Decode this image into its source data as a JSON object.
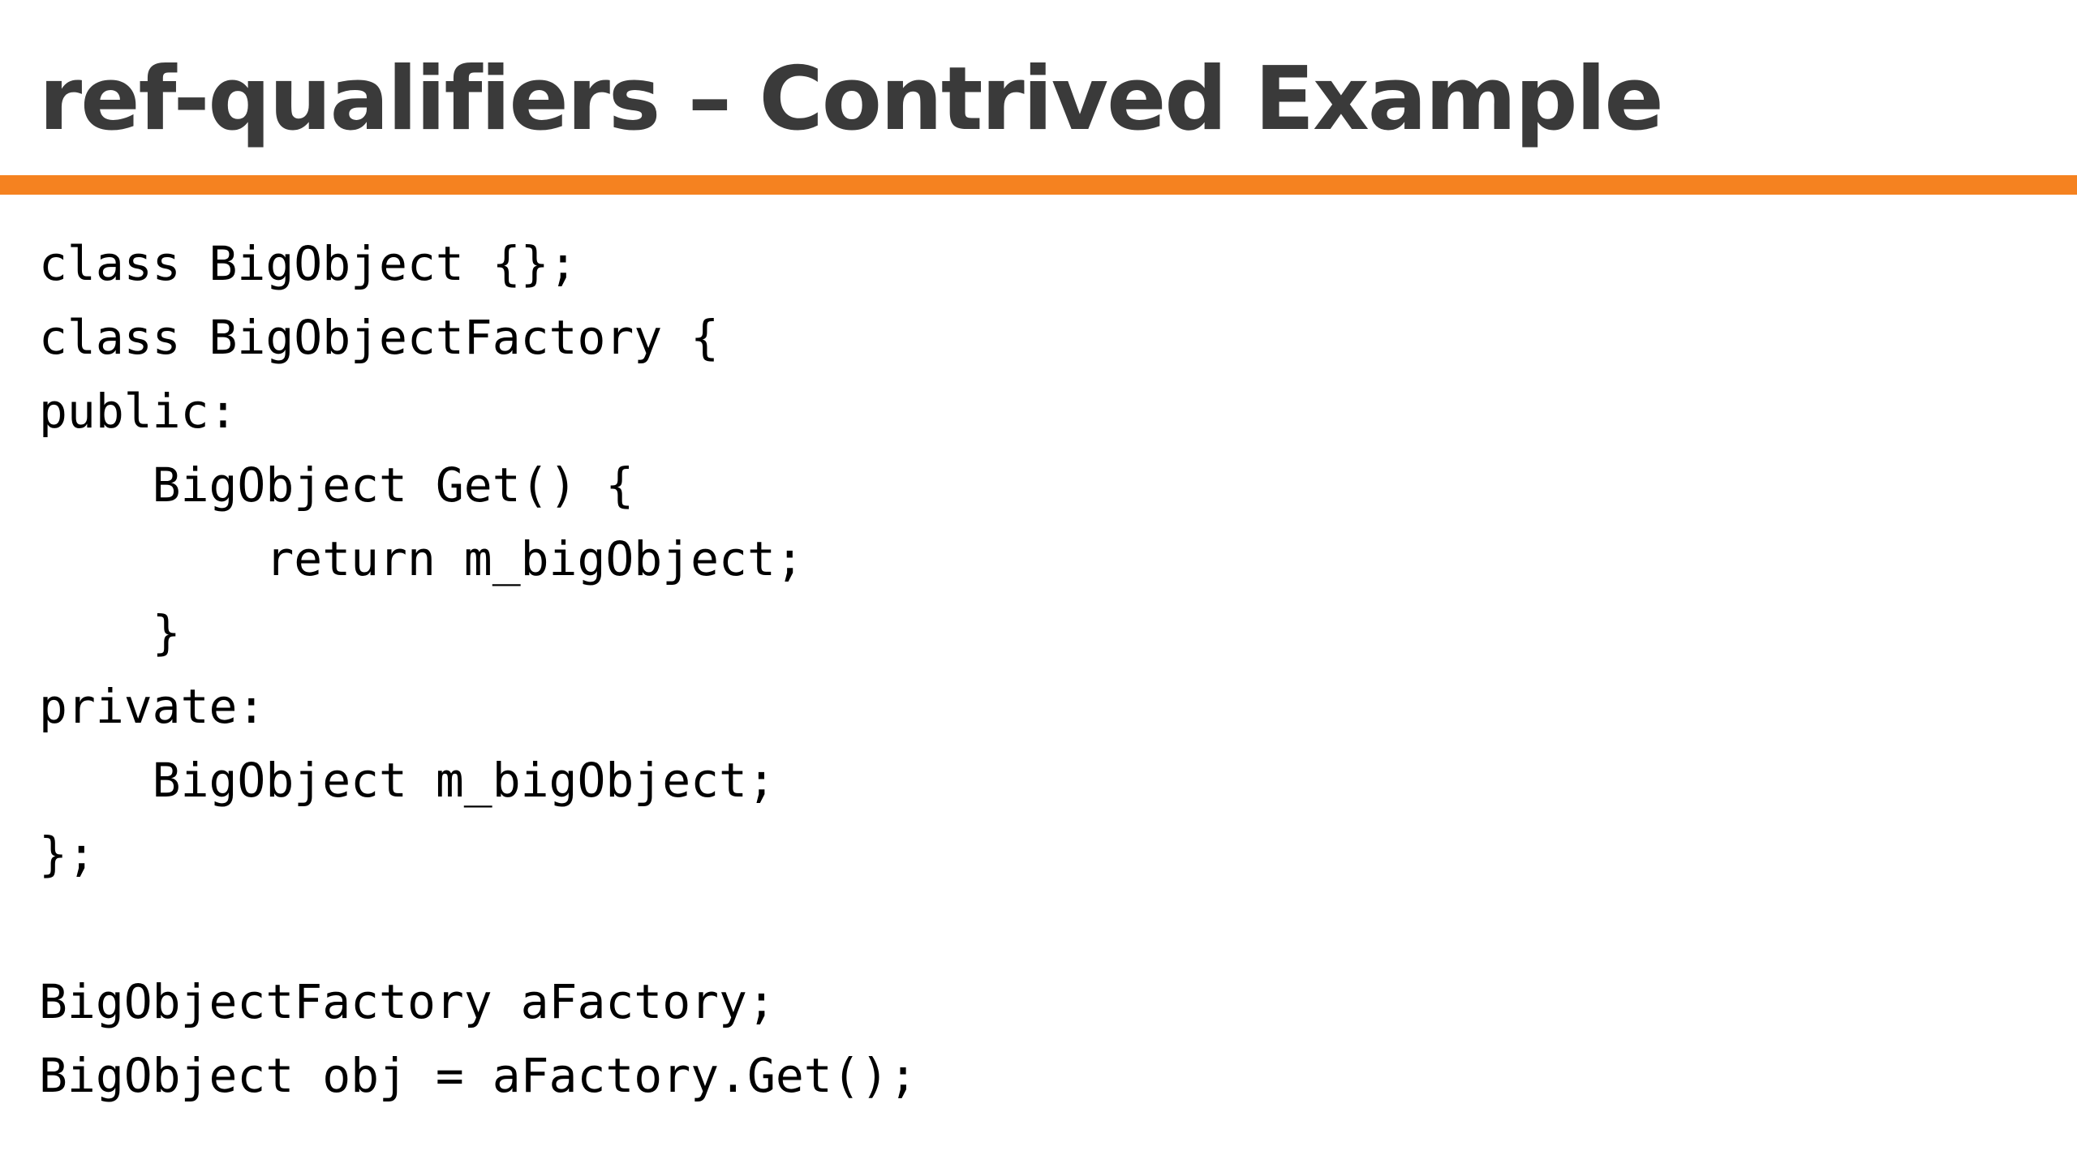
{
  "slide": {
    "title": "ref-qualifiers – Contrived Example",
    "accent_color": "#f58220",
    "code_lines": [
      "class BigObject {};",
      "class BigObjectFactory {",
      "public:",
      "    BigObject Get() {",
      "        return m_bigObject;",
      "    }",
      "private:",
      "    BigObject m_bigObject;",
      "};",
      "",
      "BigObjectFactory aFactory;",
      "BigObject obj = aFactory.Get();"
    ]
  }
}
